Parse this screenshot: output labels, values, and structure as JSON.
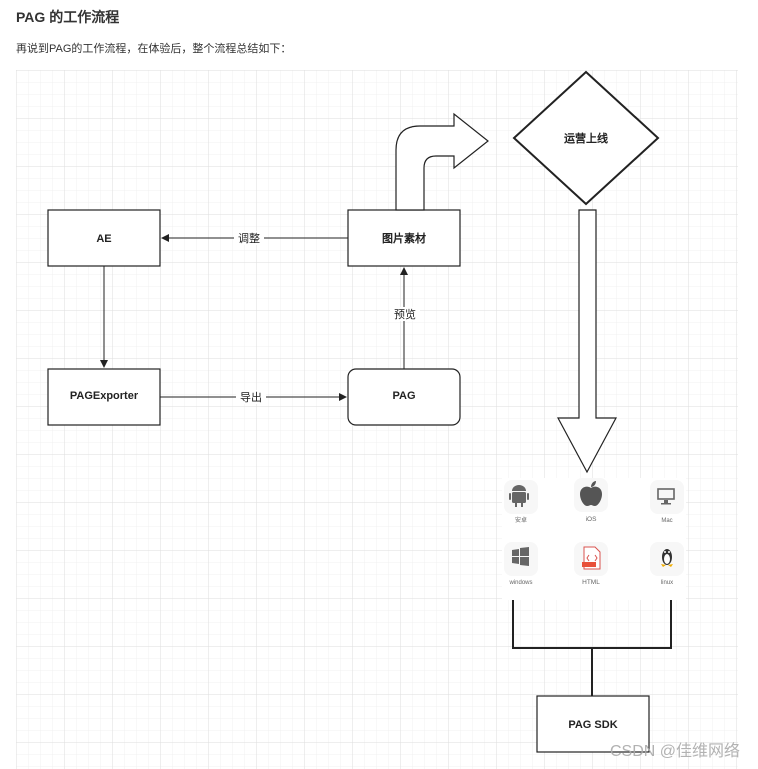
{
  "article": {
    "heading": "PAG 的工作流程",
    "intro": "再说到PAG的工作流程，在体验后，整个流程总结如下："
  },
  "diagram": {
    "nodes": {
      "ae": "AE",
      "exporter": "PAGExporter",
      "pag": "PAG",
      "assets": "图片素材",
      "launch": "运营上线",
      "sdk": "PAG SDK"
    },
    "edges": {
      "adjust": "调整",
      "export": "导出",
      "preview": "预览"
    },
    "platforms": [
      {
        "label": "安卓",
        "icon": "android-icon"
      },
      {
        "label": "iOS",
        "icon": "apple-icon"
      },
      {
        "label": "Mac",
        "icon": "monitor-icon"
      },
      {
        "label": "windows",
        "icon": "windows-icon"
      },
      {
        "label": "HTML",
        "icon": "html-file-icon"
      },
      {
        "label": "linux",
        "icon": "linux-icon"
      }
    ],
    "colors": {
      "stroke": "#222222",
      "grid_minor": "#f0f0f0",
      "grid_major": "#dedede"
    }
  },
  "watermark": "CSDN @佳维网络"
}
